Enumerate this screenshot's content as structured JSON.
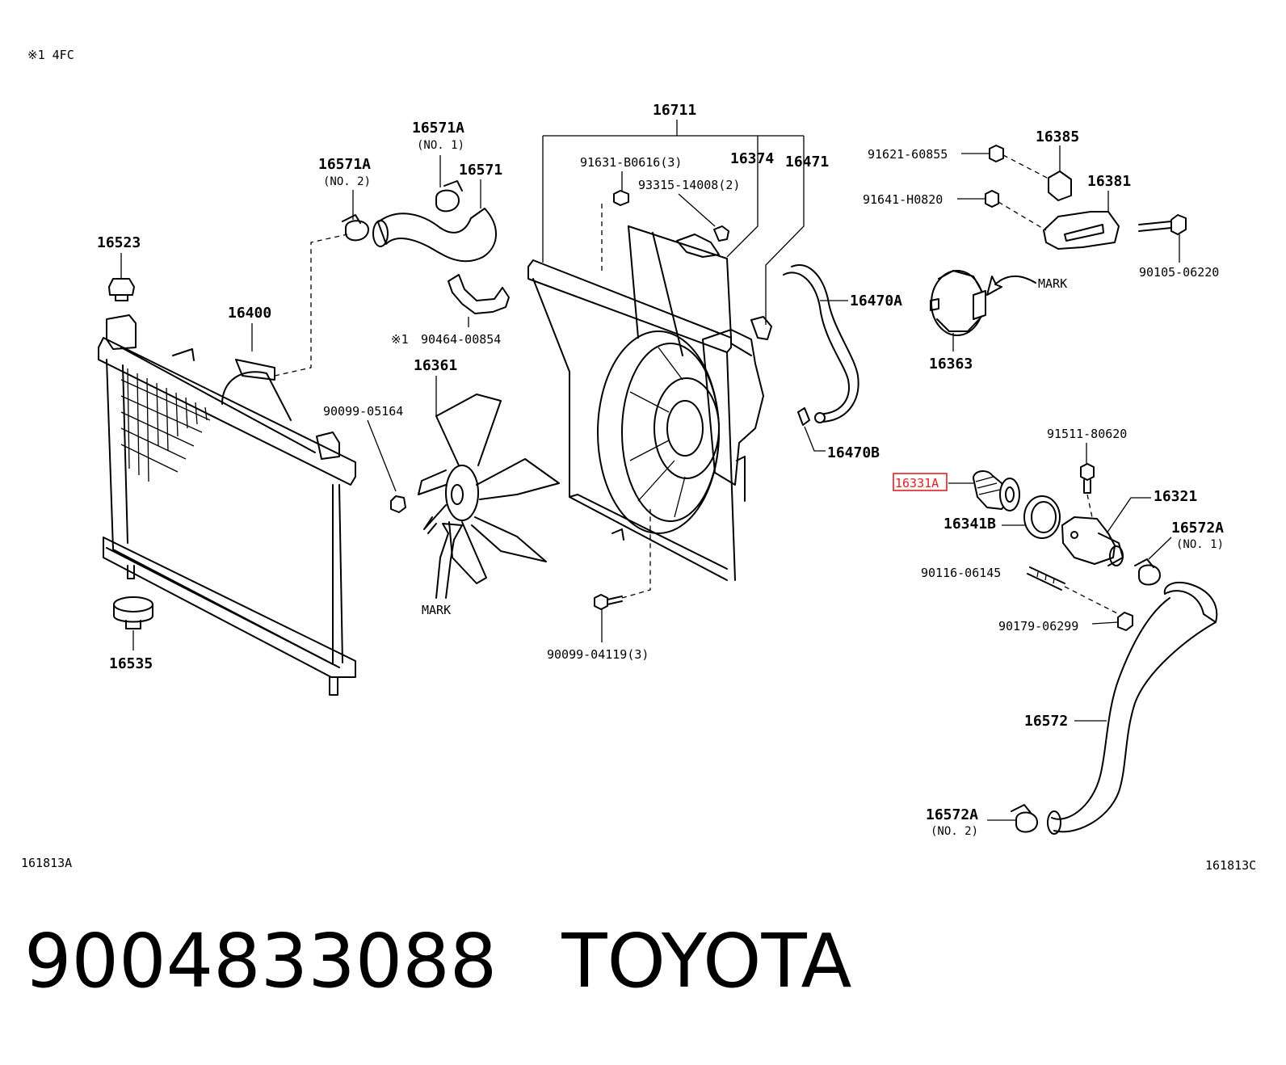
{
  "header_note": "※1 4FC",
  "footer": {
    "part_number": "9004833088",
    "brand": "TOYOTA"
  },
  "image_codes": {
    "left": "161813A",
    "right": "161813C"
  },
  "highlight_color": "#e02020",
  "labels": {
    "p16711": "16711",
    "p16571a_no1": "16571A",
    "p16571a_no1_sub": "(NO. 1)",
    "p16571": "16571",
    "p16571a_no2": "16571A",
    "p16571a_no2_sub": "(NO. 2)",
    "p16523": "16523",
    "p16400": "16400",
    "p90464": "90464-00854",
    "p90464_mark": "※1",
    "p16361": "16361",
    "p90099_05164": "90099-05164",
    "p91631": "91631-B0616(3)",
    "p93315": "93315-14008(2)",
    "p16374": "16374",
    "p16471": "16471",
    "p16470a": "16470A",
    "p16470b": "16470B",
    "mark_fan": "MARK",
    "p90099_04119": "90099-04119(3)",
    "p16535": "16535",
    "p91621": "91621-60855",
    "p16385": "16385",
    "p91641": "91641-H0820",
    "p16381": "16381",
    "p90105": "90105-06220",
    "mark_motor": "MARK",
    "p16363": "16363",
    "p91511": "91511-80620",
    "p16331a": "16331A",
    "p16321": "16321",
    "p16341b": "16341B",
    "p16572a_no1": "16572A",
    "p16572a_no1_sub": "(NO. 1)",
    "p90116": "90116-06145",
    "p90179": "90179-06299",
    "p16572": "16572",
    "p16572a_no2": "16572A",
    "p16572a_no2_sub": "(NO. 2)"
  }
}
